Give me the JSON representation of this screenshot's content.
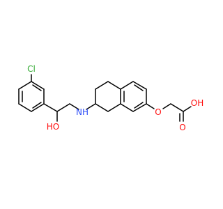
{
  "structure": {
    "atoms": {
      "chlorine": "Cl",
      "hydroxyl": "HO",
      "amine": "NH",
      "ether_oxygen": "O",
      "carbonyl_oxygen": "O",
      "acid_hydroxyl": "OH"
    }
  },
  "colors": {
    "bond": "#000000",
    "chlorine": "#33aa33",
    "oxygen": "#ff0d0d",
    "nitrogen": "#3050f8",
    "background": "#ffffff"
  }
}
